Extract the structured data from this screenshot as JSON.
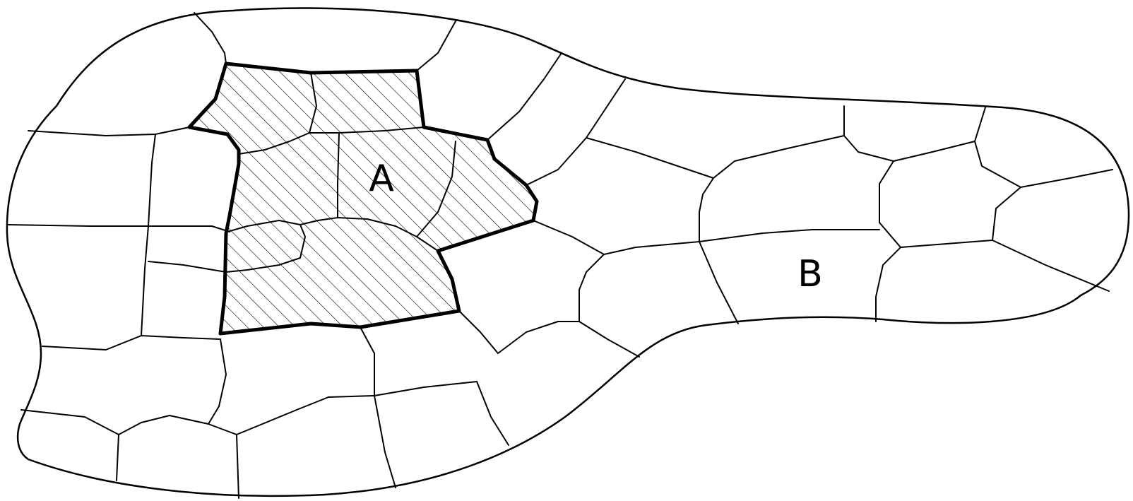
{
  "diagram": {
    "labels": {
      "region_a": "A",
      "region_b": "B"
    },
    "colors": {
      "line": "#000000",
      "background": "#ffffff",
      "hatch": "#000000"
    },
    "highlighted_region": "A",
    "hatch_pattern": "diagonal"
  }
}
